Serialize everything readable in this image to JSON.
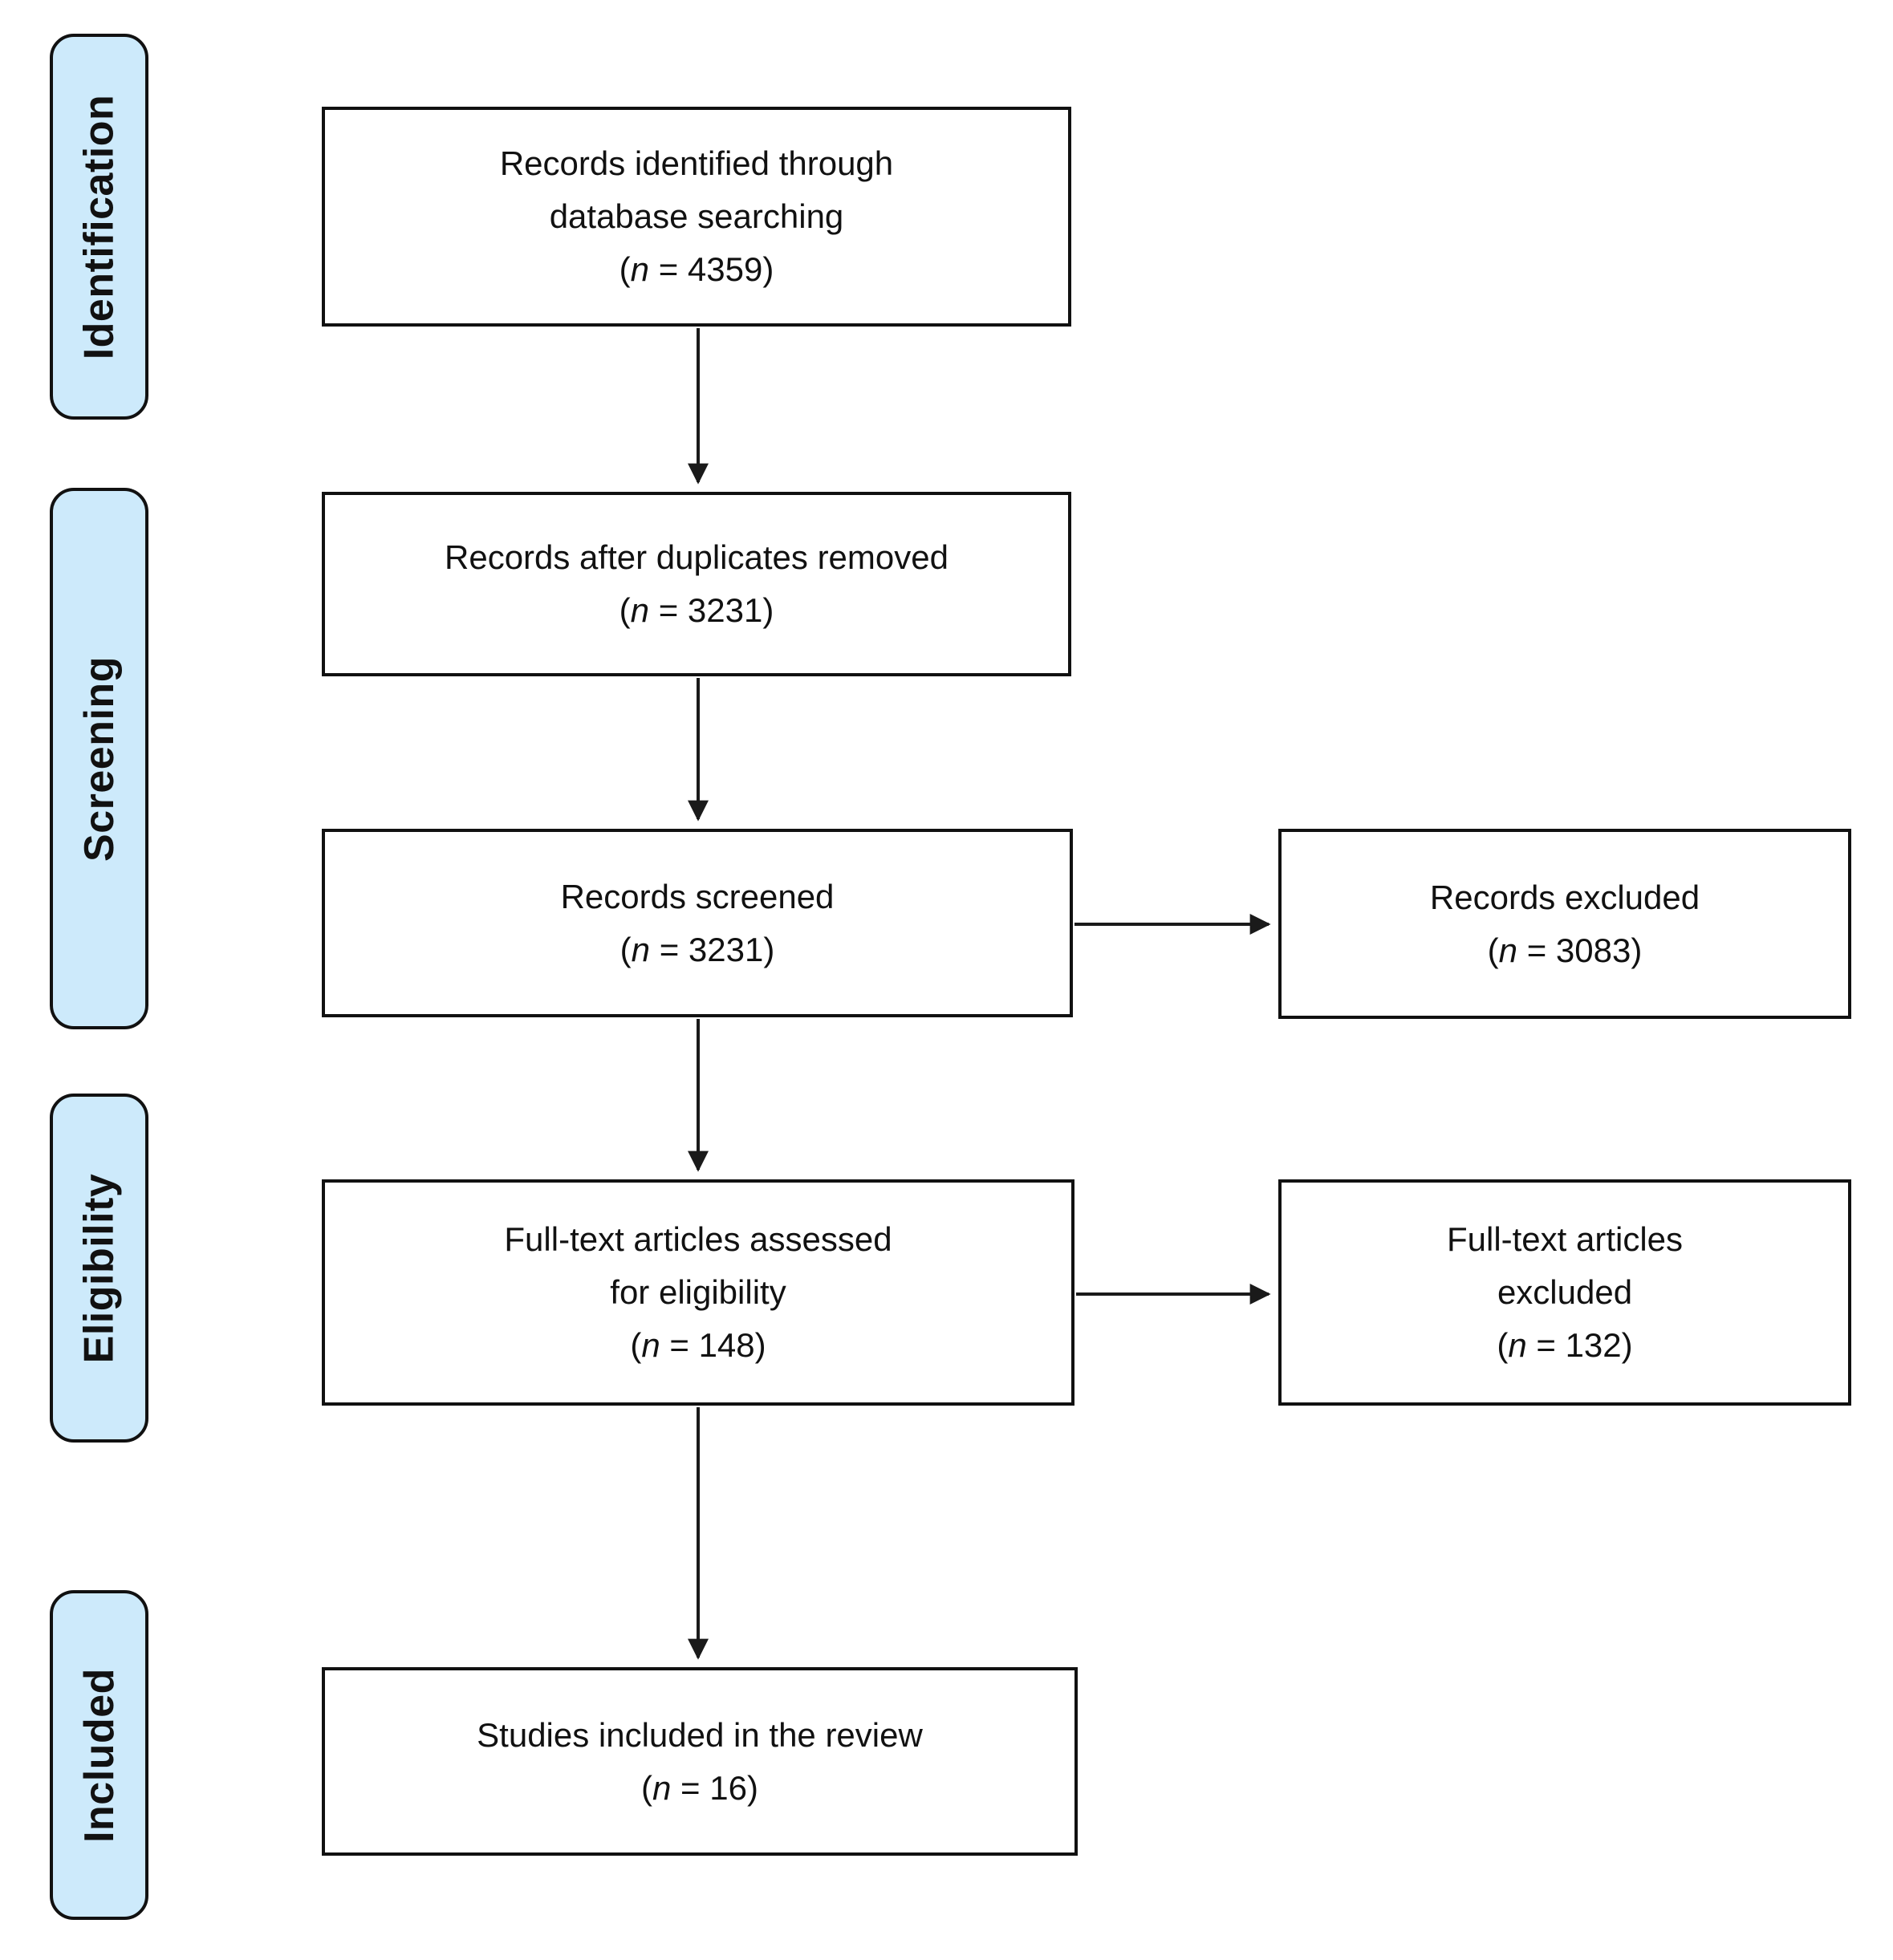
{
  "stages": {
    "identification": "Identification",
    "screening": "Screening",
    "eligibility": "Eligibility",
    "included": "Included"
  },
  "boxes": {
    "identified": {
      "label": "Records identified through\ndatabase searching",
      "count_open": "(",
      "count_n": "n",
      "count_rest": " = 4359)"
    },
    "duplicates_removed": {
      "label": "Records after duplicates removed",
      "count_open": "(",
      "count_n": "n",
      "count_rest": " = 3231)"
    },
    "screened": {
      "label": "Records screened",
      "count_open": "(",
      "count_n": "n",
      "count_rest": " = 3231)"
    },
    "records_excluded": {
      "label": "Records excluded",
      "count_open": "(",
      "count_n": "n",
      "count_rest": " = 3083)"
    },
    "fulltext_assessed": {
      "label": "Full-text articles assessed\nfor eligibility",
      "count_open": "(",
      "count_n": "n",
      "count_rest": " = 148)"
    },
    "fulltext_excluded": {
      "label": "Full-text articles\nexcluded",
      "count_open": "(",
      "count_n": "n",
      "count_rest": " = 132)"
    },
    "studies_included": {
      "label": "Studies included in the review",
      "count_open": "(",
      "count_n": "n",
      "count_rest": " = 16)"
    }
  },
  "colors": {
    "stage_fill": "#cdeafb",
    "border": "#111111",
    "arrow": "#1a1a1a",
    "background": "#ffffff",
    "text": "#111111"
  }
}
